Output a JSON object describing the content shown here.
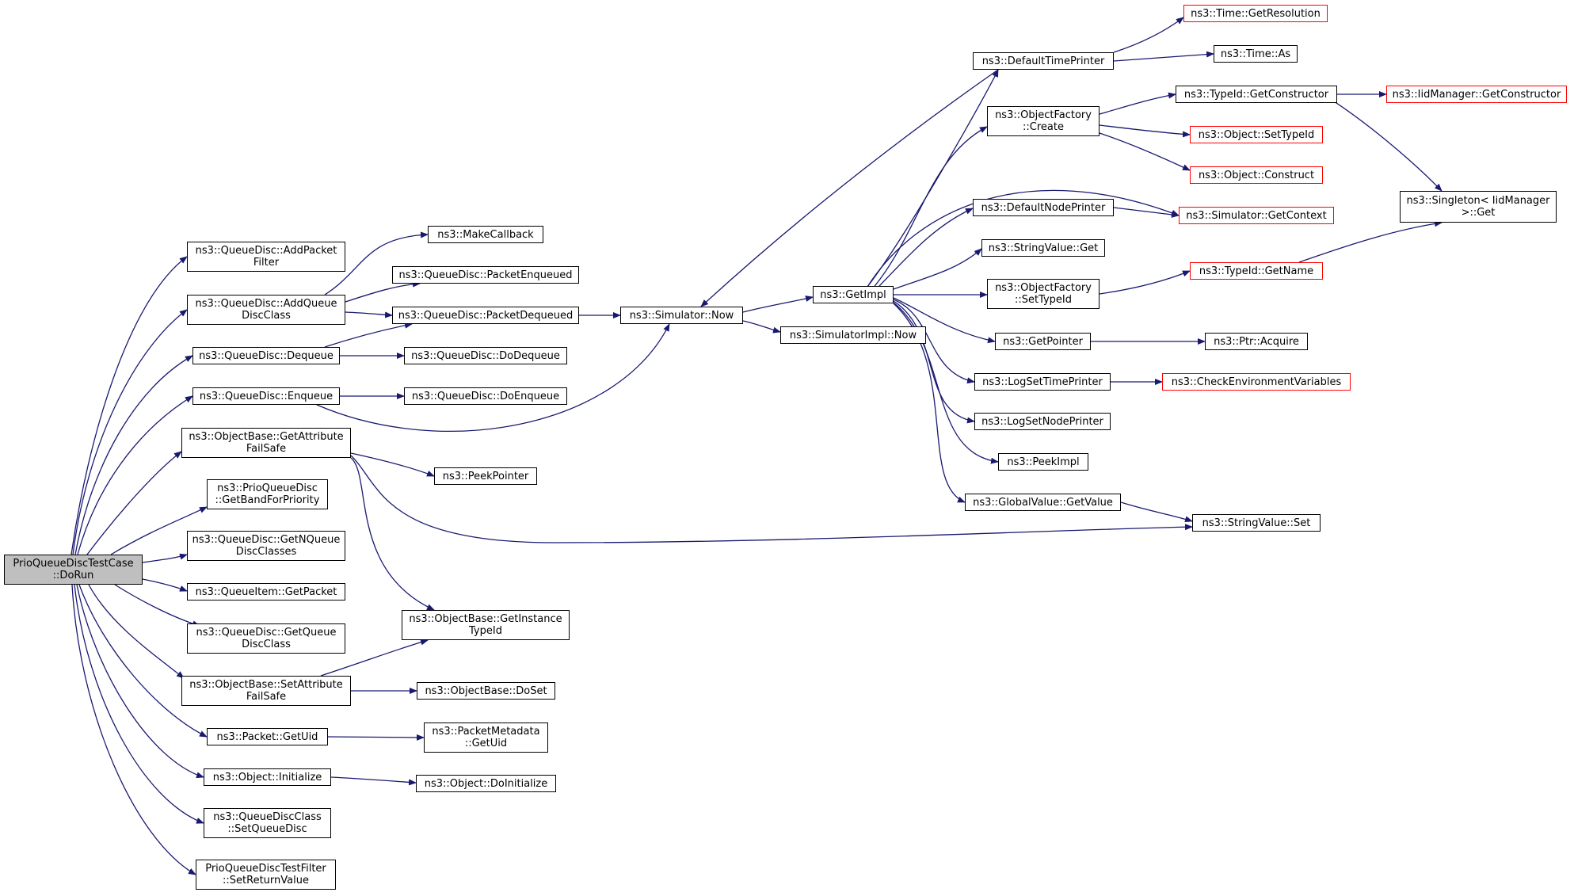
{
  "graph": {
    "colors": {
      "edge": "#191970",
      "red_border": "#ff0000",
      "root_fill": "#bfbfbf"
    },
    "nodes": {
      "root": {
        "label": "PrioQueueDiscTestCase\n::DoRun"
      },
      "addPacketFilter": {
        "label": "ns3::QueueDisc::AddPacket\nFilter"
      },
      "addQueueDiscClass": {
        "label": "ns3::QueueDisc::AddQueue\nDiscClass"
      },
      "dequeue": {
        "label": "ns3::QueueDisc::Dequeue"
      },
      "enqueue": {
        "label": "ns3::QueueDisc::Enqueue"
      },
      "getAttrFailSafe": {
        "label": "ns3::ObjectBase::GetAttribute\nFailSafe"
      },
      "getBandForPriority": {
        "label": "ns3::PrioQueueDisc\n::GetBandForPriority"
      },
      "getNQueueDiscClasses": {
        "label": "ns3::QueueDisc::GetNQueue\nDiscClasses"
      },
      "getPacket": {
        "label": "ns3::QueueItem::GetPacket"
      },
      "getQueueDiscClass": {
        "label": "ns3::QueueDisc::GetQueue\nDiscClass"
      },
      "setAttrFailSafe": {
        "label": "ns3::ObjectBase::SetAttribute\nFailSafe"
      },
      "packetGetUid": {
        "label": "ns3::Packet::GetUid"
      },
      "objectInitialize": {
        "label": "ns3::Object::Initialize"
      },
      "setQueueDisc": {
        "label": "ns3::QueueDiscClass\n::SetQueueDisc"
      },
      "setReturnValue": {
        "label": "PrioQueueDiscTestFilter\n::SetReturnValue"
      },
      "makeCallback": {
        "label": "ns3::MakeCallback"
      },
      "packetEnqueued": {
        "label": "ns3::QueueDisc::PacketEnqueued"
      },
      "packetDequeued": {
        "label": "ns3::QueueDisc::PacketDequeued"
      },
      "doDequeue": {
        "label": "ns3::QueueDisc::DoDequeue"
      },
      "doEnqueue": {
        "label": "ns3::QueueDisc::DoEnqueue"
      },
      "peekPointer": {
        "label": "ns3::PeekPointer"
      },
      "getInstanceTypeId": {
        "label": "ns3::ObjectBase::GetInstance\nTypeId"
      },
      "doSet": {
        "label": "ns3::ObjectBase::DoSet"
      },
      "packetMetadataGetUid": {
        "label": "ns3::PacketMetadata\n::GetUid"
      },
      "doInitialize": {
        "label": "ns3::Object::DoInitialize"
      },
      "simulatorNow": {
        "label": "ns3::Simulator::Now"
      },
      "getImpl": {
        "label": "ns3::GetImpl"
      },
      "simulatorImplNow": {
        "label": "ns3::SimulatorImpl::Now"
      },
      "defaultTimePrinter": {
        "label": "ns3::DefaultTimePrinter"
      },
      "objectFactoryCreate": {
        "label": "ns3::ObjectFactory\n::Create"
      },
      "defaultNodePrinter": {
        "label": "ns3::DefaultNodePrinter"
      },
      "stringValueGet": {
        "label": "ns3::StringValue::Get"
      },
      "objectFactorySetTypeId": {
        "label": "ns3::ObjectFactory\n::SetTypeId"
      },
      "getPointer": {
        "label": "ns3::GetPointer"
      },
      "logSetTimePrinter": {
        "label": "ns3::LogSetTimePrinter"
      },
      "logSetNodePrinter": {
        "label": "ns3::LogSetNodePrinter"
      },
      "peekImpl": {
        "label": "ns3::PeekImpl"
      },
      "globalValueGetValue": {
        "label": "ns3::GlobalValue::GetValue"
      },
      "timeGetResolution": {
        "label": "ns3::Time::GetResolution"
      },
      "timeAs": {
        "label": "ns3::Time::As"
      },
      "typeIdGetConstructor": {
        "label": "ns3::TypeId::GetConstructor"
      },
      "objectSetTypeId": {
        "label": "ns3::Object::SetTypeId"
      },
      "objectConstruct": {
        "label": "ns3::Object::Construct"
      },
      "simulatorGetContext": {
        "label": "ns3::Simulator::GetContext"
      },
      "typeIdGetName": {
        "label": "ns3::TypeId::GetName"
      },
      "ptrAcquire": {
        "label": "ns3::Ptr::Acquire"
      },
      "checkEnvVars": {
        "label": "ns3::CheckEnvironmentVariables"
      },
      "stringValueSet": {
        "label": "ns3::StringValue::Set"
      },
      "iidManagerGetConstructor": {
        "label": "ns3::IidManager::GetConstructor"
      },
      "singletonGet": {
        "label": "ns3::Singleton< IidManager\n>::Get"
      }
    }
  }
}
